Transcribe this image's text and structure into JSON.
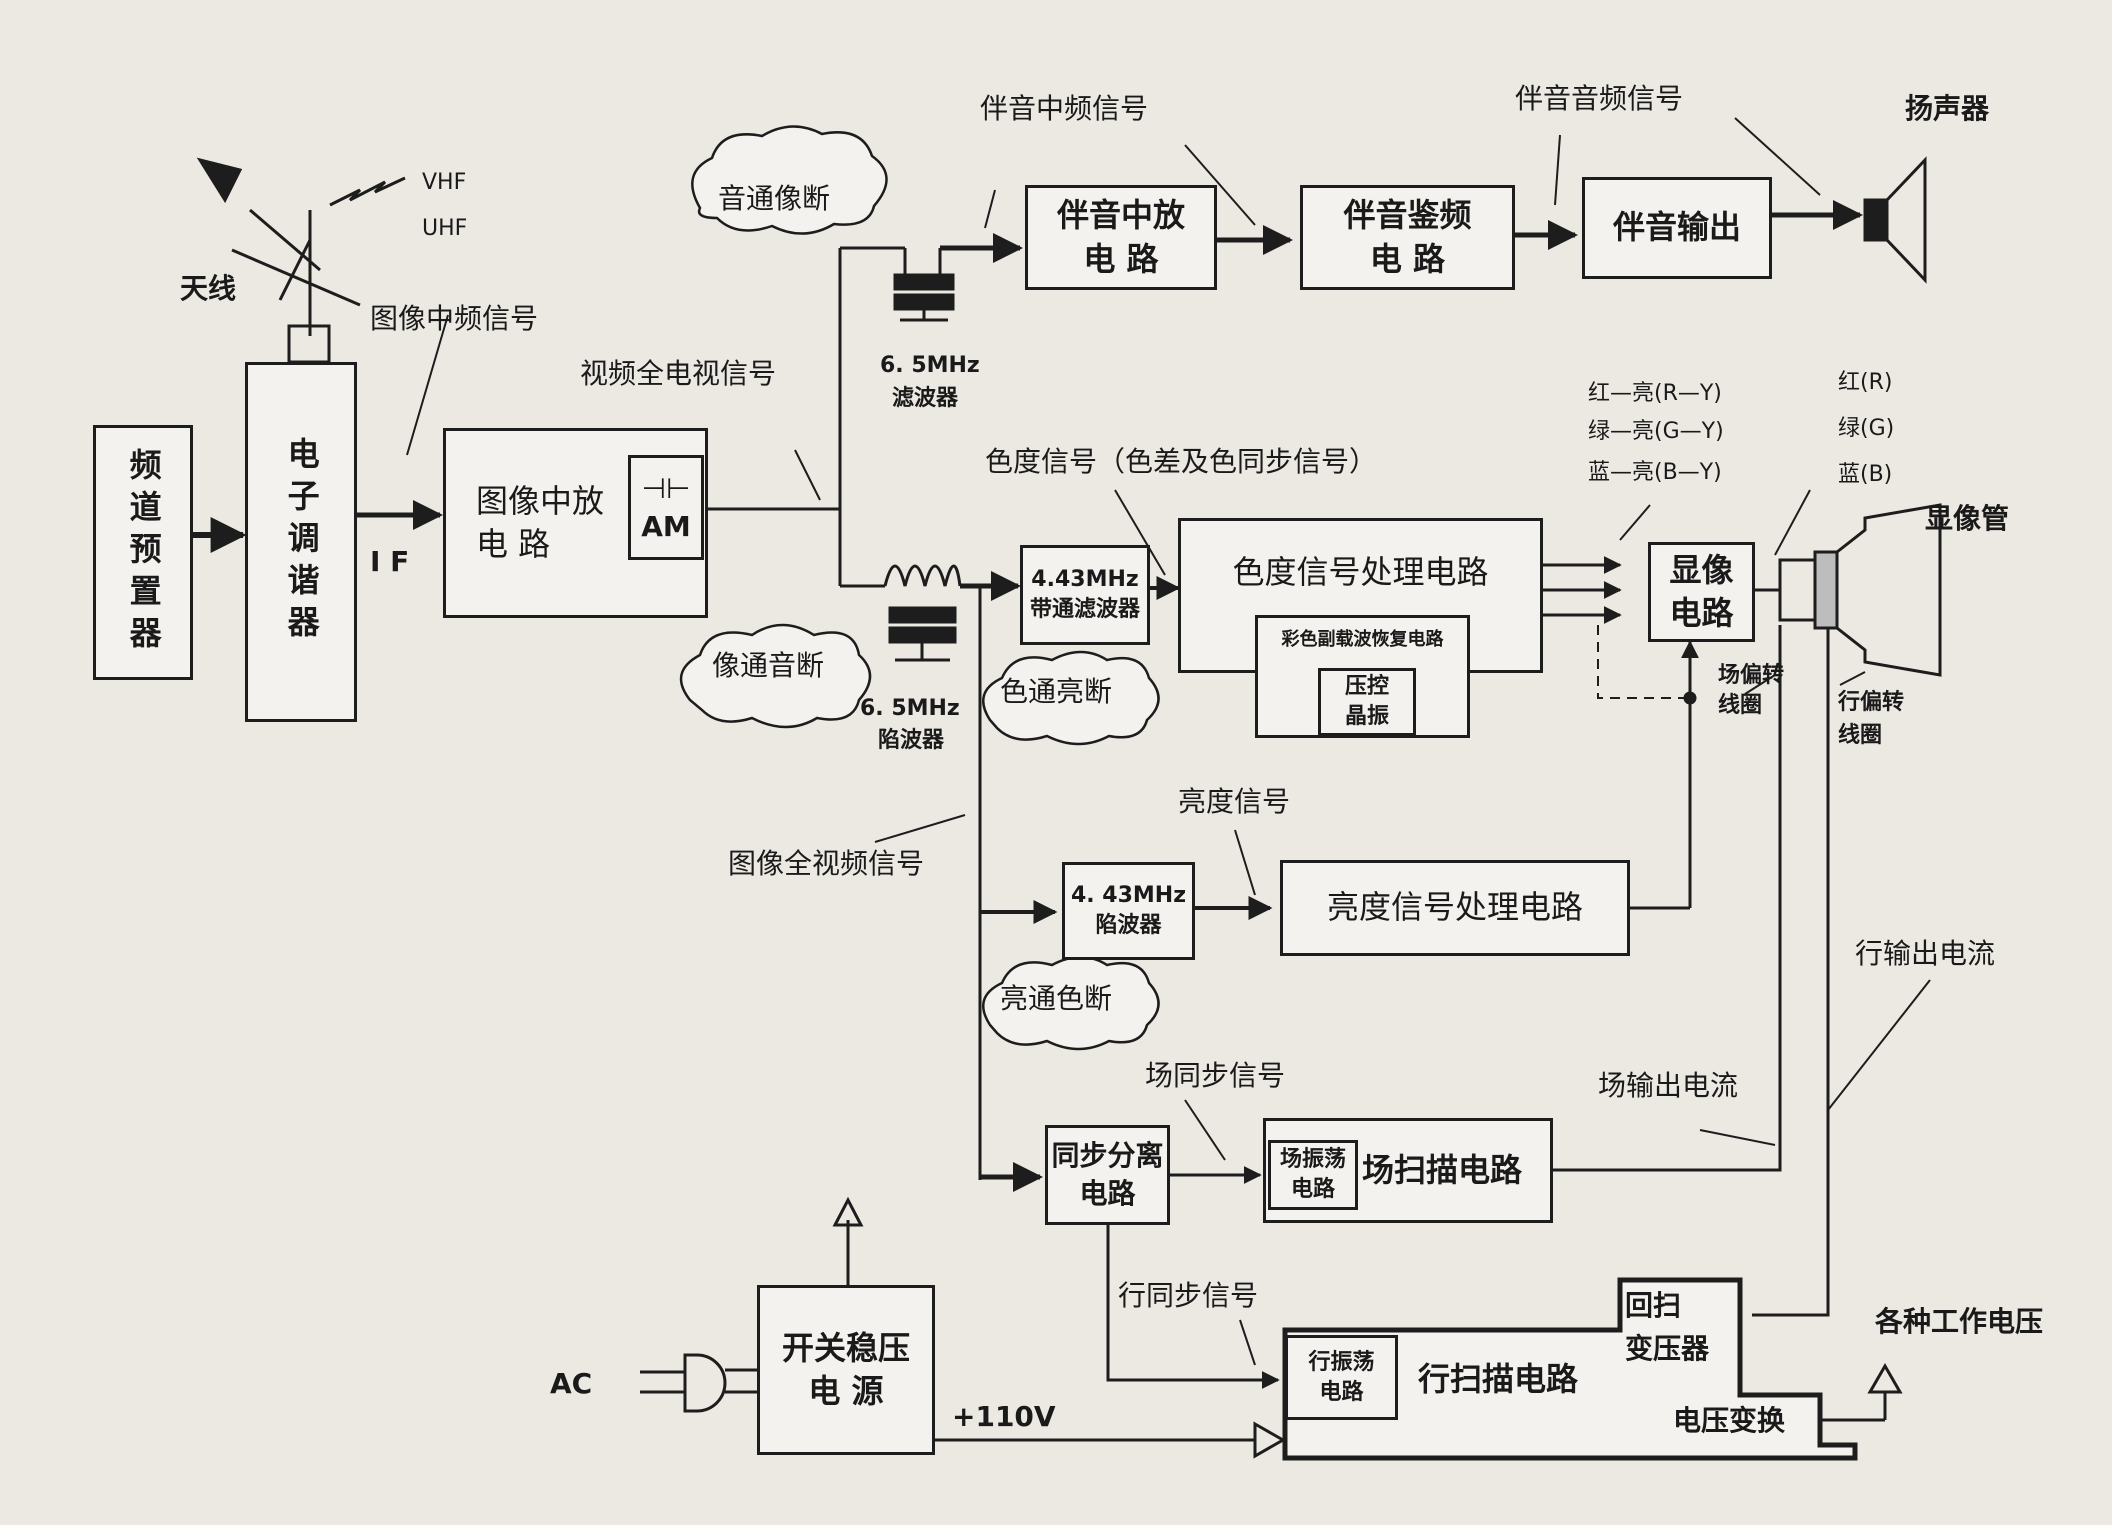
{
  "antenna": {
    "label": "天线",
    "vhf": "VHF",
    "uhf": "UHF"
  },
  "tuner_preset": "频道预置器",
  "tuner": "电子调谐器",
  "if_short": "I F",
  "image_if_signal": "图像中频信号",
  "video_if_amp": {
    "line1": "图像中放",
    "line2": "电  路",
    "am": "AM"
  },
  "video_full_tv_signal": "视频全电视信号",
  "cloud_sound_passes_image_blocked": "音通像断",
  "filter_65": {
    "freq": "6. 5MHz",
    "name": "滤波器"
  },
  "trap_65": {
    "freq": "6. 5MHz",
    "name": "陷波器"
  },
  "cloud_image_passes_sound_blocked": "像通音断",
  "sound_if_signal": "伴音中频信号",
  "sound_if_amp": {
    "line1": "伴音中放",
    "line2": "电  路"
  },
  "sound_discriminator": {
    "line1": "伴音鉴频",
    "line2": "电  路"
  },
  "sound_audio_signal": "伴音音频信号",
  "sound_output": "伴音输出",
  "speaker": "扬声器",
  "chroma_signal": "色度信号（色差及色同步信号）",
  "bandpass_443": {
    "line1": "4.43MHz",
    "line2": "带通滤波器"
  },
  "cloud_color_passes_luma_blocked": "色通亮断",
  "chroma_processing": "色度信号处理电路",
  "subcarrier_recovery": "彩色副载波恢复电路",
  "vcxo": {
    "line1": "压控",
    "line2": "晶振"
  },
  "color_diff": {
    "r": "红—亮(R—Y)",
    "g": "绿—亮(G—Y)",
    "b": "蓝—亮(B—Y)"
  },
  "rgb": {
    "r": "红(R)",
    "g": "绿(G)",
    "b": "蓝(B)"
  },
  "video_output": {
    "line1": "显像",
    "line2": "电路"
  },
  "crt": "显像管",
  "vertical_yoke": {
    "line1": "场偏转",
    "line2": "线圈"
  },
  "horizontal_yoke": {
    "line1": "行偏转",
    "line2": "线圈"
  },
  "image_full_video_signal": "图像全视频信号",
  "luma_signal": "亮度信号",
  "trap_443": {
    "line1": "4. 43MHz",
    "line2": "陷波器"
  },
  "cloud_luma_passes_color_blocked": "亮通色断",
  "luma_processing": "亮度信号处理电路",
  "horizontal_output_current": "行输出电流",
  "vertical_sync_signal": "场同步信号",
  "vertical_output_current": "场输出电流",
  "sync_separator": {
    "line1": "同步分离",
    "line2": "电路"
  },
  "vertical_oscillator": {
    "line1": "场振荡",
    "line2": "电路"
  },
  "vertical_scan": "场扫描电路",
  "horizontal_sync_signal": "行同步信号",
  "power_supply": {
    "line1": "开关稳压",
    "line2": "电  源"
  },
  "ac": "AC",
  "v110": "+110V",
  "horizontal_oscillator": {
    "line1": "行振荡",
    "line2": "电路"
  },
  "horizontal_scan": "行扫描电路",
  "flyback": {
    "line1": "回扫",
    "line2": "变压器"
  },
  "voltage_conversion": "电压变换",
  "working_voltages": "各种工作电压"
}
